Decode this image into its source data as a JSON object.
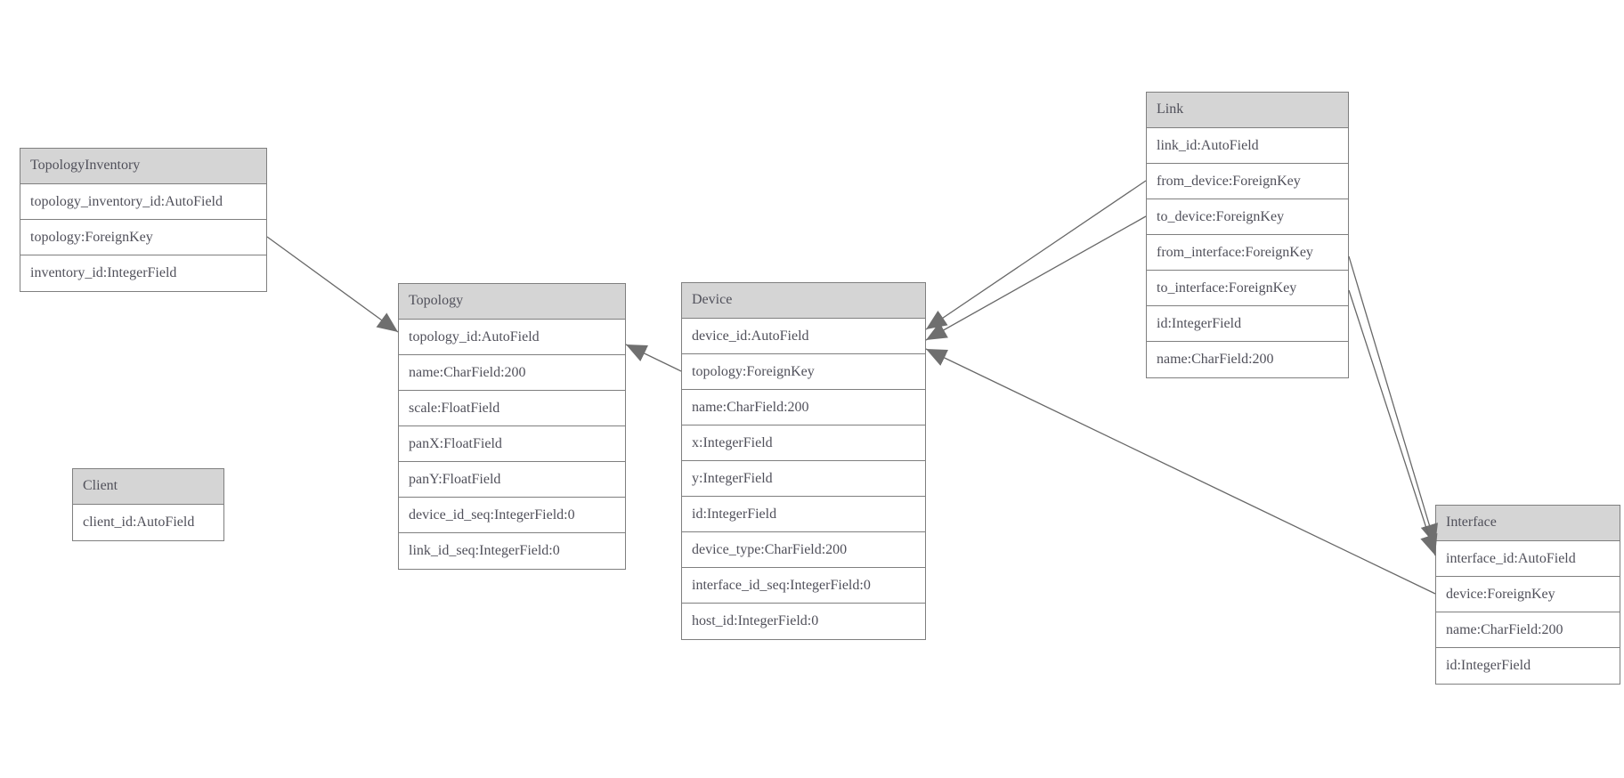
{
  "diagram": {
    "entities": [
      {
        "name": "TopologyInventory",
        "fields": [
          "topology_inventory_id:AutoField",
          "topology:ForeignKey",
          "inventory_id:IntegerField"
        ]
      },
      {
        "name": "Topology",
        "fields": [
          "topology_id:AutoField",
          "name:CharField:200",
          "scale:FloatField",
          "panX:FloatField",
          "panY:FloatField",
          "device_id_seq:IntegerField:0",
          "link_id_seq:IntegerField:0"
        ]
      },
      {
        "name": "Client",
        "fields": [
          "client_id:AutoField"
        ]
      },
      {
        "name": "Device",
        "fields": [
          "device_id:AutoField",
          "topology:ForeignKey",
          "name:CharField:200",
          "x:IntegerField",
          "y:IntegerField",
          "id:IntegerField",
          "device_type:CharField:200",
          "interface_id_seq:IntegerField:0",
          "host_id:IntegerField:0"
        ]
      },
      {
        "name": "Link",
        "fields": [
          "link_id:AutoField",
          "from_device:ForeignKey",
          "to_device:ForeignKey",
          "from_interface:ForeignKey",
          "to_interface:ForeignKey",
          "id:IntegerField",
          "name:CharField:200"
        ]
      },
      {
        "name": "Interface",
        "fields": [
          "interface_id:AutoField",
          "device:ForeignKey",
          "name:CharField:200",
          "id:IntegerField"
        ]
      }
    ],
    "relationships": [
      {
        "from": "TopologyInventory.topology",
        "to": "Topology"
      },
      {
        "from": "Device.topology",
        "to": "Topology"
      },
      {
        "from": "Link.from_device",
        "to": "Device"
      },
      {
        "from": "Link.to_device",
        "to": "Device"
      },
      {
        "from": "Link.from_interface",
        "to": "Interface"
      },
      {
        "from": "Link.to_interface",
        "to": "Interface"
      },
      {
        "from": "Interface.device",
        "to": "Device"
      }
    ],
    "colors": {
      "header_fill": "#d5d5d5",
      "border": "#7f7f7f",
      "text": "#50505a",
      "line": "#686868",
      "arrowhead": "#6f6f6f",
      "background": "#ffffff"
    }
  }
}
